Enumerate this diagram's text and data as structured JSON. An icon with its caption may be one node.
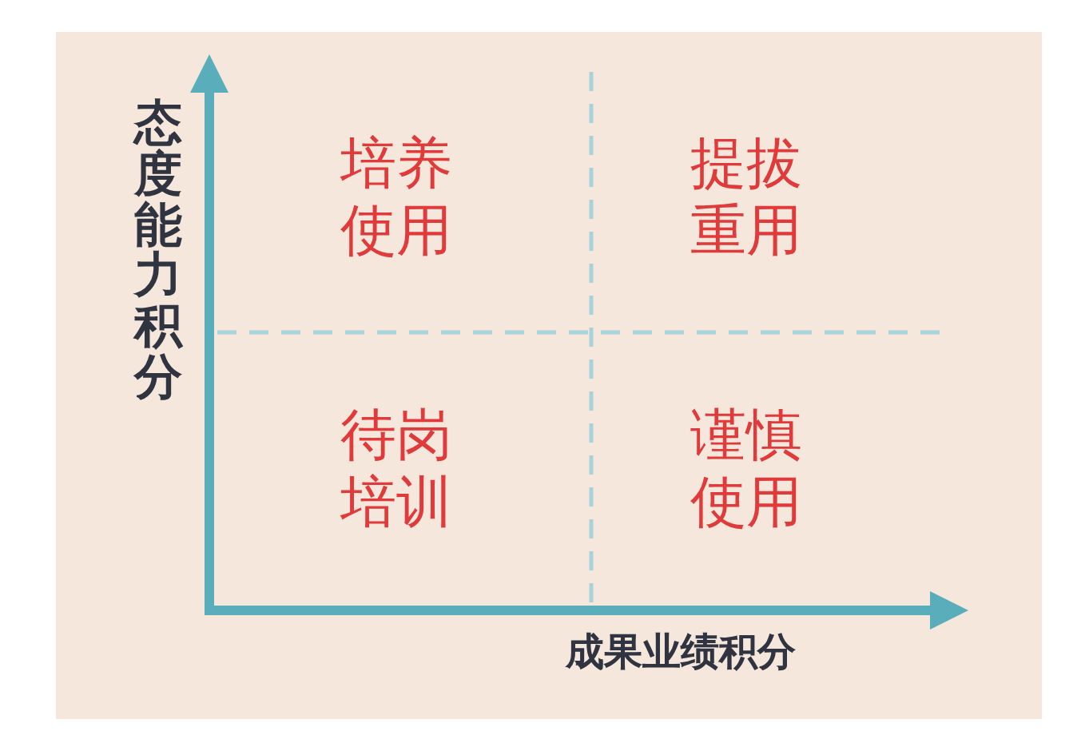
{
  "diagram": {
    "labels": [
      "态度能力积分",
      "培养使用",
      "提拔重用",
      "待岗培训",
      "谨慎使用",
      "成果业绩积分"
    ]
  }
}
